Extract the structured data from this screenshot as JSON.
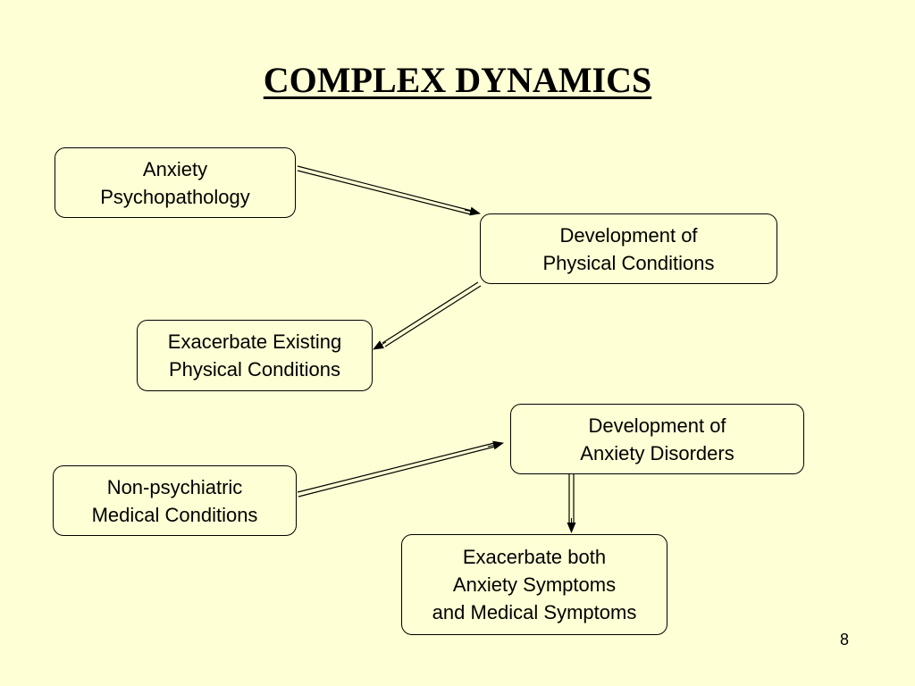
{
  "slide": {
    "title": "COMPLEX DYNAMICS",
    "page_number": "8"
  },
  "nodes": {
    "anxiety_psychopathology": {
      "line1": "Anxiety",
      "line2": "Psychopathology"
    },
    "dev_physical": {
      "line1": "Development of",
      "line2": "Physical Conditions"
    },
    "exacerbate_existing": {
      "line1": "Exacerbate Existing",
      "line2": "Physical Conditions"
    },
    "dev_anxiety": {
      "line1": "Development of",
      "line2": "Anxiety Disorders"
    },
    "non_psychiatric": {
      "line1": "Non-psychiatric",
      "line2": "Medical Conditions"
    },
    "exacerbate_both": {
      "line1": "Exacerbate both",
      "line2": "Anxiety Symptoms",
      "line3": "and Medical Symptoms"
    }
  },
  "edges": [
    {
      "from": "anxiety_psychopathology",
      "to": "dev_physical"
    },
    {
      "from": "dev_physical",
      "to": "exacerbate_existing"
    },
    {
      "from": "non_psychiatric",
      "to": "dev_anxiety"
    },
    {
      "from": "dev_anxiety",
      "to": "exacerbate_both"
    }
  ],
  "colors": {
    "background": "#FFFFD5",
    "stroke": "#000000",
    "text": "#000000"
  }
}
